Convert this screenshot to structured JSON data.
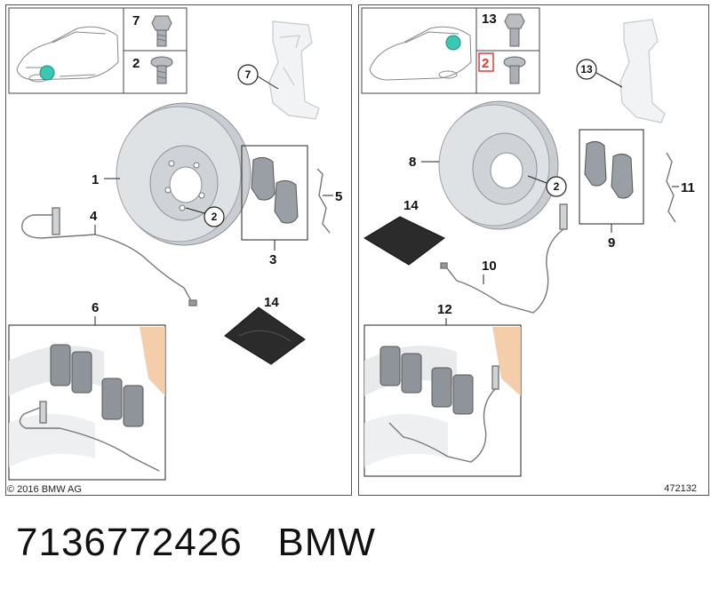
{
  "left_panel": {
    "inset_labels": [
      "7",
      "2"
    ],
    "part_labels": {
      "disc": "1",
      "pads": "3",
      "sensor": "4",
      "clip": "5",
      "kit": "6",
      "bolt_callout": "7",
      "screw_callout": "2",
      "paste": "14"
    },
    "copyright": "© 2016 BMW AG"
  },
  "right_panel": {
    "inset_labels": [
      "13",
      "2"
    ],
    "part_labels": {
      "disc": "8",
      "pads": "9",
      "sensor": "10",
      "clip": "11",
      "kit": "12",
      "bolt_callout": "13",
      "screw_callout": "2",
      "paste": "14"
    },
    "diagram_number": "472132"
  },
  "caption": {
    "part_number": "7136772426",
    "brand": "BMW"
  },
  "colors": {
    "marker": "#3cc7b4",
    "highlight": "#e53935",
    "disc": "#d4d8dc",
    "pad": "#9a9fa5",
    "paste": "#2b2b2b",
    "orange_bg": "#f3c9a1"
  }
}
